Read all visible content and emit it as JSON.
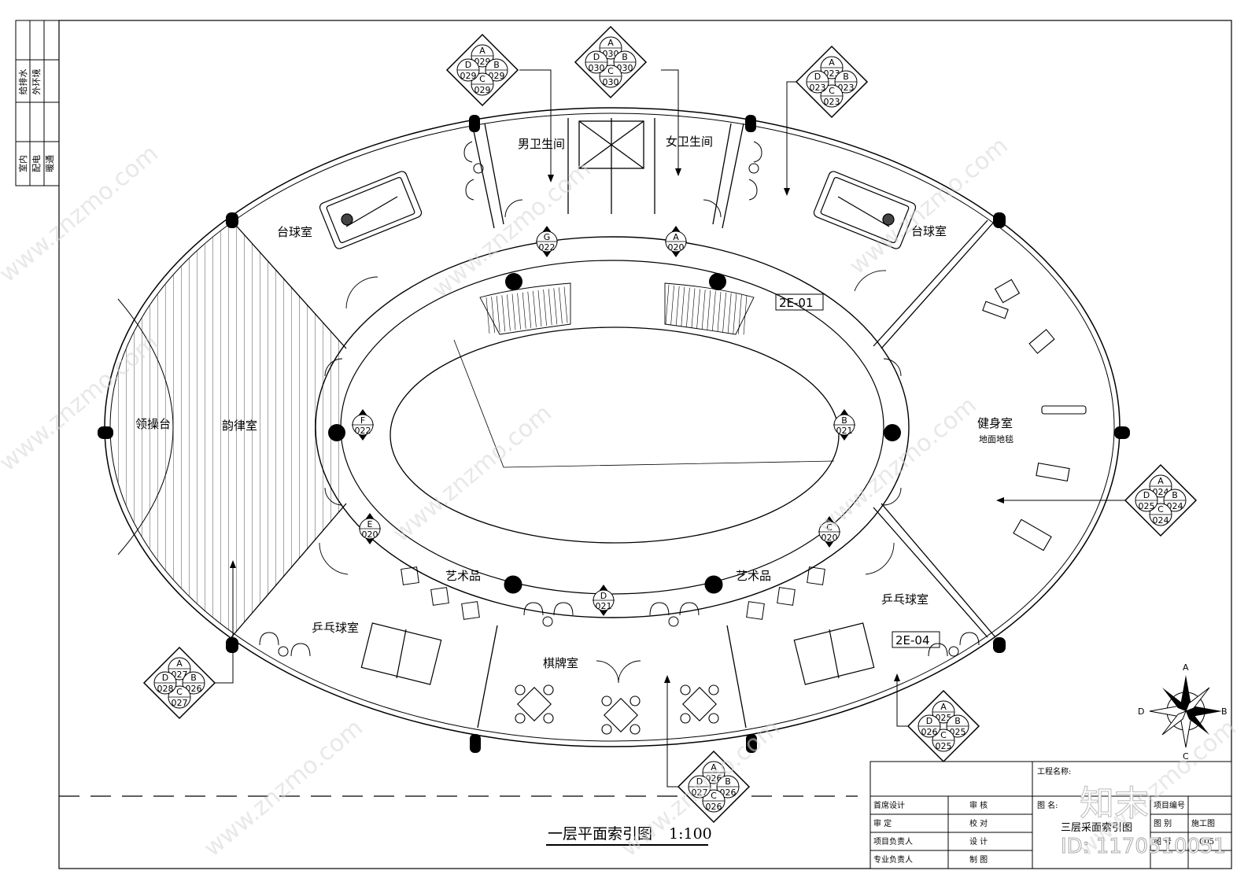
{
  "side_strip": {
    "top": [
      "给排水",
      "外环境"
    ],
    "bottom": [
      "室内",
      "配电",
      "暖通"
    ]
  },
  "rooms": {
    "mens_toilet": "男卫生间",
    "womens_toilet": "女卫生间",
    "billiards_left": "台球室",
    "billiards_right": "台球室",
    "podium": "领操台",
    "rhythm_room": "韵律室",
    "gym": "健身室",
    "gym_note": "地面地毯",
    "art_left": "艺术品",
    "art_right": "艺术品",
    "pingpong_left": "乒乓球室",
    "pingpong_right": "乒乓球室",
    "chess_room": "棋牌室"
  },
  "tags": {
    "tag1": "2E-01",
    "tag2": "2E-04"
  },
  "index_symbols": [
    {
      "A": "029",
      "B": "029",
      "C": "029",
      "D": "029"
    },
    {
      "A": "030",
      "B": "030",
      "C": "030",
      "D": "030"
    },
    {
      "A": "023",
      "B": "023",
      "C": "023",
      "D": "023"
    },
    {
      "A": "024",
      "B": "024",
      "C": "024",
      "D": "025"
    },
    {
      "A": "025",
      "B": "025",
      "C": "025",
      "D": "026"
    },
    {
      "A": "026",
      "B": "026",
      "C": "026",
      "D": "027"
    },
    {
      "A": "027",
      "B": "026",
      "C": "027",
      "D": "028"
    }
  ],
  "small_indexes": [
    {
      "letter": "G",
      "num": "022"
    },
    {
      "letter": "A",
      "num": "020"
    },
    {
      "letter": "F",
      "num": "022"
    },
    {
      "letter": "B",
      "num": "021"
    },
    {
      "letter": "E",
      "num": "020"
    },
    {
      "letter": "C",
      "num": "020"
    },
    {
      "letter": "D",
      "num": "021"
    }
  ],
  "compass": {
    "A": "A",
    "B": "B",
    "C": "C",
    "D": "D"
  },
  "drawing_title": "一层平面索引图",
  "drawing_scale": "1:100",
  "title_block": {
    "project_name_label": "工程名称:",
    "chief_designer": "首席设计",
    "approve": "审 定",
    "project_lead": "项目负责人",
    "discipline_lead": "专业负责人",
    "review": "审 核",
    "check": "校 对",
    "design": "设 计",
    "draw": "制 图",
    "drawing_name_label": "图 名:",
    "drawing_name": "三层采面索引图",
    "project_no_label": "项目编号",
    "category_label": "图 别",
    "category_value": "施工图",
    "sheet_no_label": "图 号",
    "sheet_no_value": "005"
  },
  "watermarks": {
    "site": "www.znzmo.com",
    "brand": "知末网",
    "logo": "知末",
    "id_text": "ID: 1170510051"
  }
}
